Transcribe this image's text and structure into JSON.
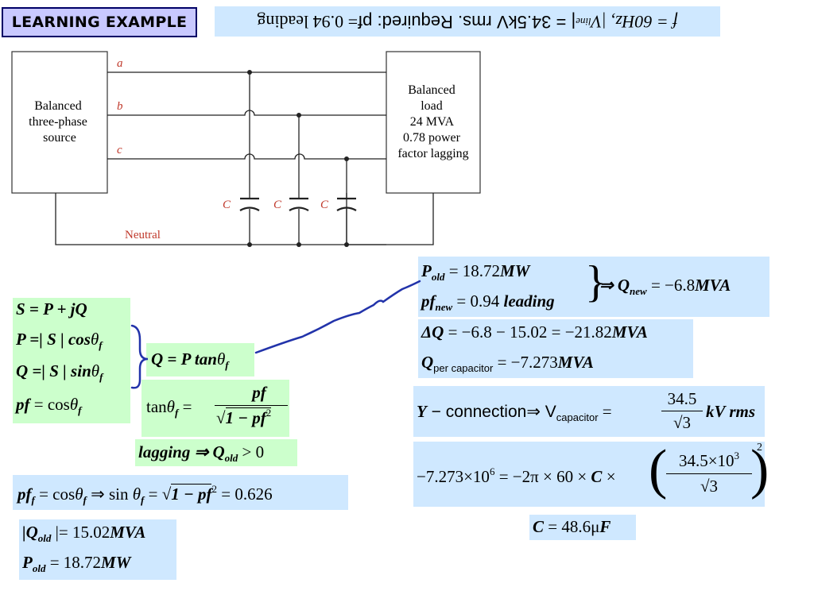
{
  "title": "LEARNING EXAMPLE",
  "given": {
    "text": "f = 60Hz, |V",
    "line_sub": "line",
    "text2": "| = 34.5kV rms. Required: pf",
    "pf_value": " = 0.94 leading"
  },
  "diagram": {
    "source_label": [
      "Balanced",
      "three-phase",
      "source"
    ],
    "load_label": [
      "Balanced",
      "load",
      "24 MVA",
      "0.78 power",
      "factor lagging"
    ],
    "phase_a": "a",
    "phase_b": "b",
    "phase_c": "c",
    "cap_label": "C",
    "neutral_label": "Neutral"
  },
  "left_box": {
    "l1": "S = P + jQ",
    "l2a": "P =| S | cos",
    "l3a": "Q =| S | sin",
    "l4a": "pf",
    "l4b": " = cos"
  },
  "q_box": {
    "a": "Q = P tan"
  },
  "tan_box": {
    "lhs": "tan",
    "num": "pf",
    "den": "1 − pf",
    "den_sup": "2"
  },
  "lagging_box": {
    "a": "lagging",
    "b": " ⇒ Q",
    "sub": "old",
    "c": " > 0"
  },
  "pf_box": {
    "text": "= cos",
    "text2": " ⇒ sin",
    "text3": " = ",
    "text4": "1 − pf",
    "text5": " = 0.626"
  },
  "qold_box": {
    "l1a": "|Q",
    "l1sub": "old",
    "l1b": " |= 15.02",
    "l1c": "MVA",
    "l2a": "P",
    "l2sub": "old",
    "l2b": " = 18.72",
    "l2c": "MW"
  },
  "right1": {
    "l1a": "P",
    "l1sub": "old",
    "l1b": " = 18.72",
    "l1c": "MW",
    "l2a": "pf",
    "l2sub": "new",
    "l2b": " = 0.94 ",
    "l2c": "leading",
    "res_a": "⇒ Q",
    "res_sub": "new",
    "res_b": " = −6.8",
    "res_c": "MVA"
  },
  "right2": {
    "l1a": "ΔQ",
    "l1b": " = −6.8 − 15.02 = −21.82",
    "l1c": "MVA",
    "l2a": "Q",
    "l2sub": "per capacitor",
    "l2b": " = −7.273",
    "l2c": "MVA"
  },
  "right3": {
    "a": "Y",
    "b": " − connection⇒ V",
    "sub": "capacitor",
    "c": " = ",
    "num": "34.5",
    "den": "√3",
    "d": "kV rms"
  },
  "right4": {
    "a": "−7.273×10",
    "sup": "6",
    "b": " = −2π × 60 × ",
    "c": "C",
    "d": " × ",
    "num": "34.5×10",
    "num_sup": "3",
    "den": "√3",
    "outer_sup": "2"
  },
  "right5": {
    "a": "C",
    "b": " = 48.6μ",
    "c": "F"
  }
}
